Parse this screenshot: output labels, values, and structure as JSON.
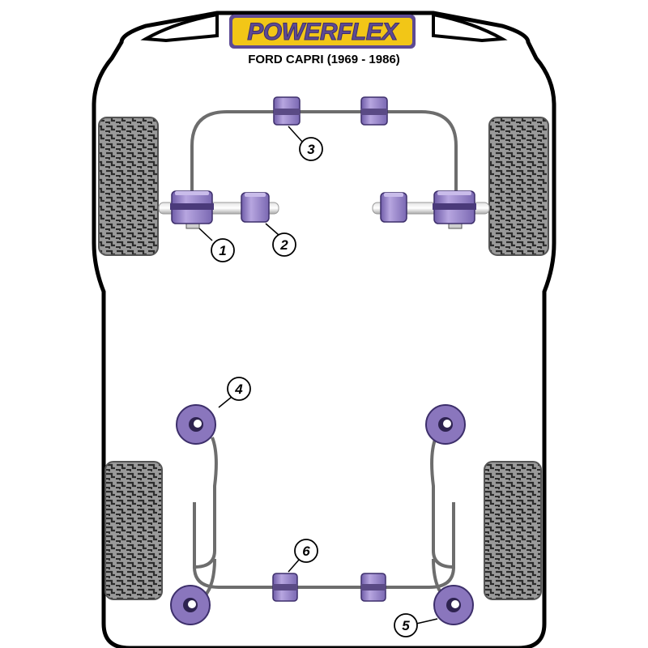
{
  "brand": {
    "name": "POWERFLEX"
  },
  "vehicle": {
    "title": "FORD CAPRI (1969 - 1986)"
  },
  "callouts": [
    {
      "number": "1"
    },
    {
      "number": "2"
    },
    {
      "number": "3"
    },
    {
      "number": "4"
    },
    {
      "number": "5"
    },
    {
      "number": "6"
    }
  ],
  "colors": {
    "body_outline": "#000000",
    "bushing_purple": "#9b86c9",
    "bushing_dark": "#5a4a85",
    "logo_yellow": "#f2c617",
    "logo_purple": "#5d4a94",
    "bar_grey": "#777777",
    "tyre_grey": "#8c8c8c"
  },
  "icons": {
    "wheel": "tyre-tread-icon",
    "bushing": "bushing-icon",
    "callout": "numbered-circle-icon"
  }
}
